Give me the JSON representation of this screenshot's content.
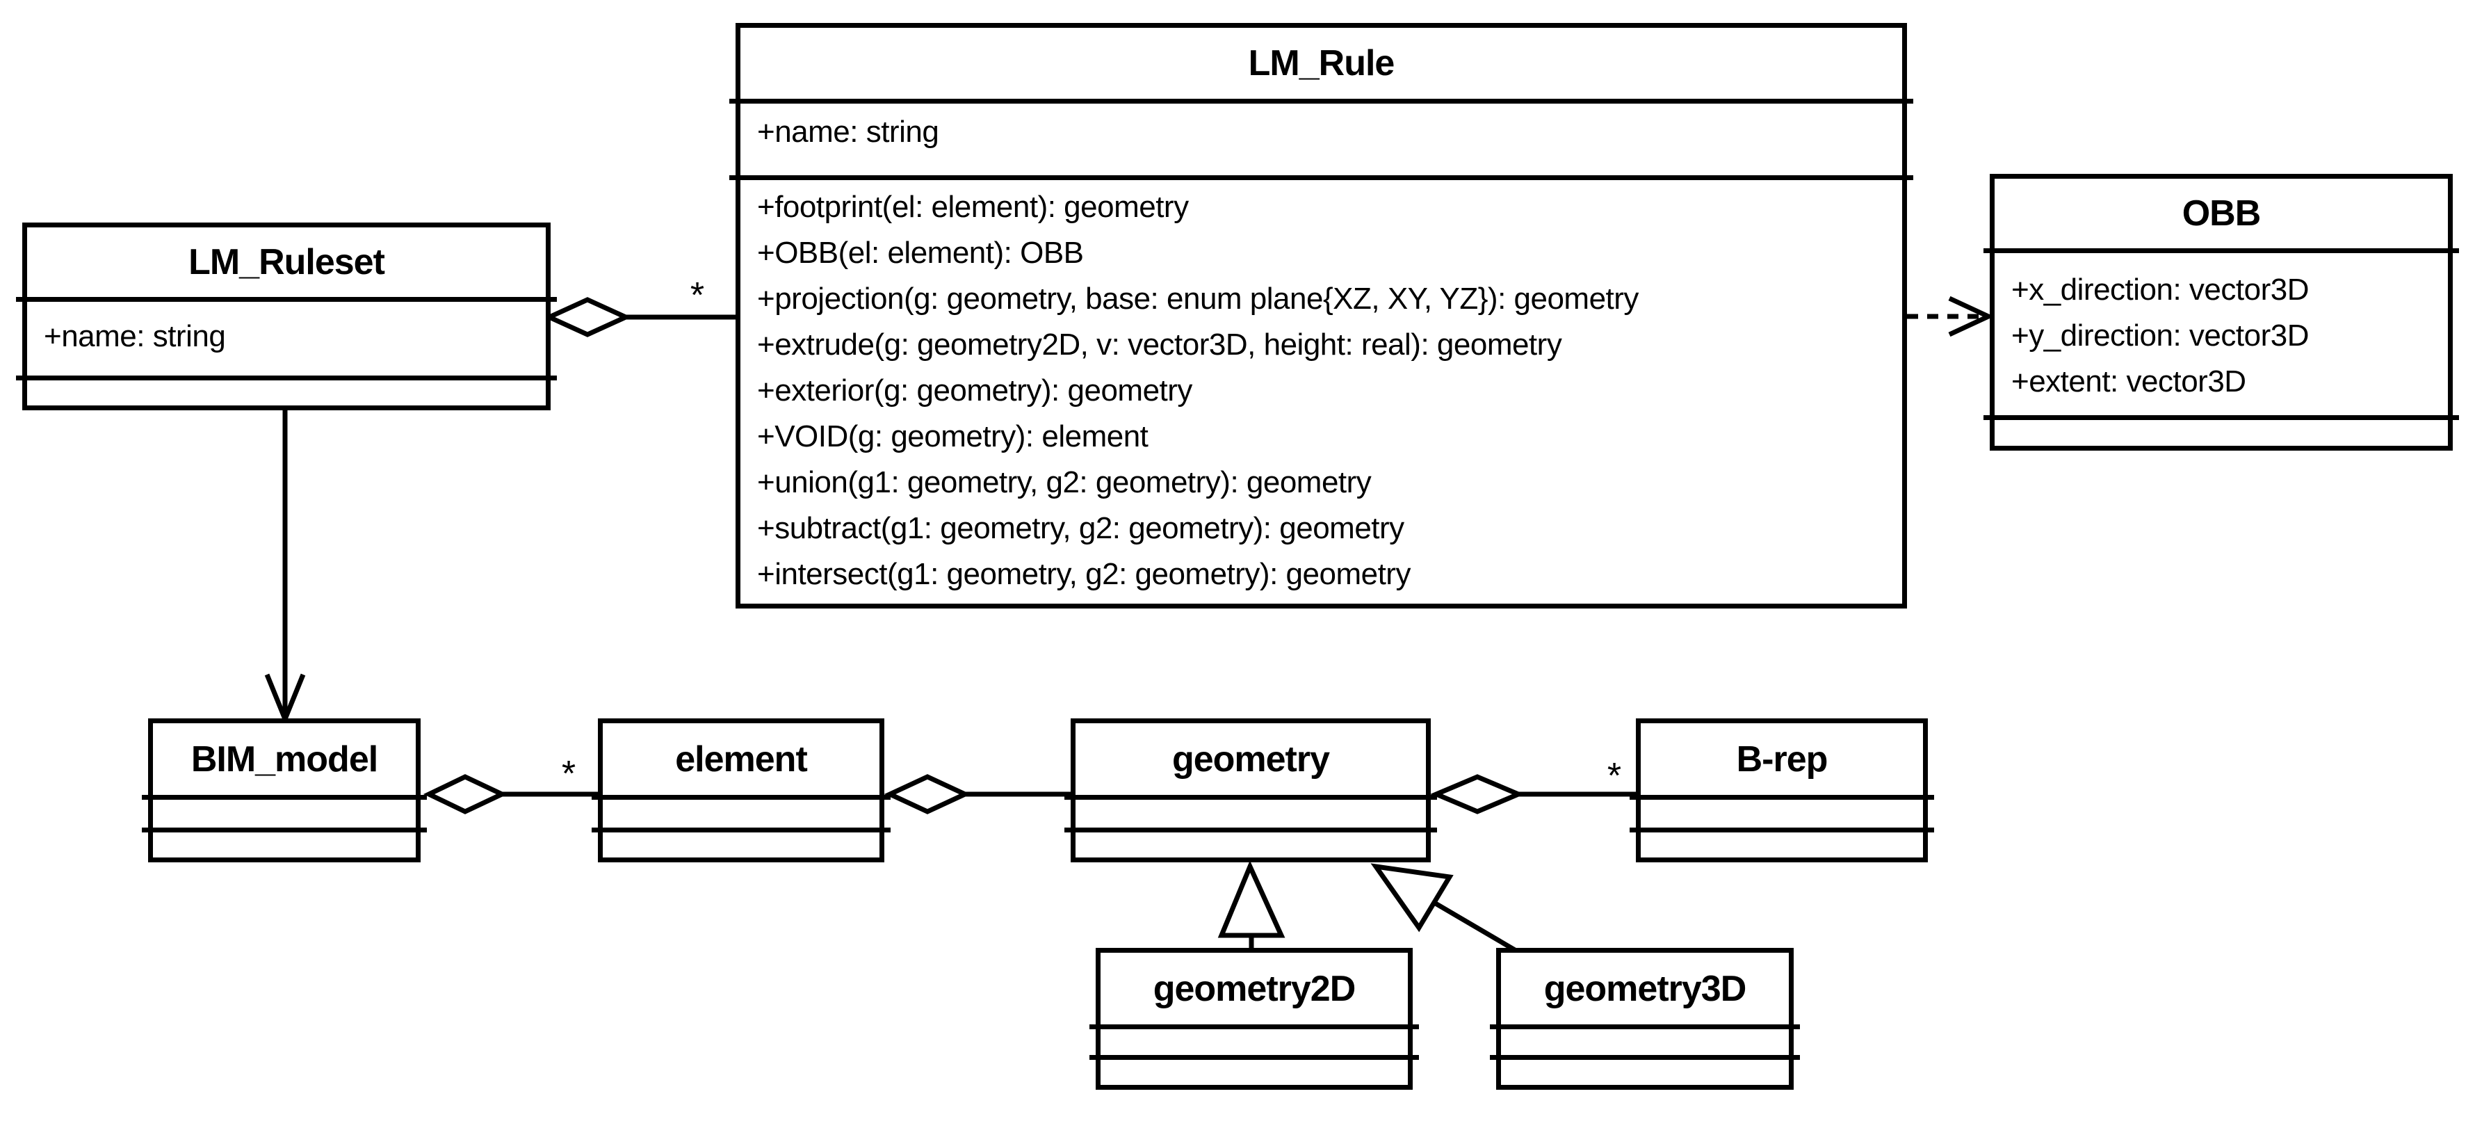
{
  "diagram": {
    "background": "#ffffff",
    "line_color": "#000000",
    "classes": {
      "lm_ruleset": {
        "name": "LM_Ruleset",
        "attributes": [
          "+name: string"
        ],
        "methods": []
      },
      "lm_rule": {
        "name": "LM_Rule",
        "attributes": [
          "+name: string"
        ],
        "methods": [
          "+footprint(el: element): geometry",
          "+OBB(el: element): OBB",
          "+projection(g: geometry, base: enum plane{XZ, XY, YZ}): geometry",
          "+extrude(g: geometry2D, v: vector3D, height: real): geometry",
          "+exterior(g: geometry): geometry",
          "+VOID(g: geometry): element",
          "+union(g1: geometry, g2: geometry): geometry",
          "+subtract(g1: geometry, g2: geometry): geometry",
          "+intersect(g1: geometry, g2: geometry): geometry"
        ]
      },
      "obb": {
        "name": "OBB",
        "attributes": [
          "+x_direction: vector3D",
          "+y_direction: vector3D",
          "+extent: vector3D"
        ],
        "methods": []
      },
      "bim_model": {
        "name": "BIM_model",
        "attributes": [],
        "methods": []
      },
      "element": {
        "name": "element",
        "attributes": [],
        "methods": []
      },
      "geometry": {
        "name": "geometry",
        "attributes": [],
        "methods": []
      },
      "b_rep": {
        "name": "B-rep",
        "attributes": [],
        "methods": []
      },
      "geometry2d": {
        "name": "geometry2D",
        "attributes": [],
        "methods": []
      },
      "geometry3d": {
        "name": "geometry3D",
        "attributes": [],
        "methods": []
      }
    },
    "multiplicities": {
      "ruleset_rule": "*",
      "model_element": "*",
      "geometry_brep": "*"
    },
    "relationships": [
      {
        "from": "LM_Ruleset",
        "to": "LM_Rule",
        "type": "aggregation",
        "multiplicity": "*"
      },
      {
        "from": "LM_Ruleset",
        "to": "BIM_model",
        "type": "directed-association"
      },
      {
        "from": "LM_Rule",
        "to": "OBB",
        "type": "dependency-dashed"
      },
      {
        "from": "BIM_model",
        "to": "element",
        "type": "aggregation",
        "multiplicity": "*"
      },
      {
        "from": "element",
        "to": "geometry",
        "type": "aggregation"
      },
      {
        "from": "geometry",
        "to": "B-rep",
        "type": "aggregation",
        "multiplicity": "*"
      },
      {
        "from": "geometry2D",
        "to": "geometry",
        "type": "generalization"
      },
      {
        "from": "geometry3D",
        "to": "geometry",
        "type": "generalization"
      }
    ]
  }
}
